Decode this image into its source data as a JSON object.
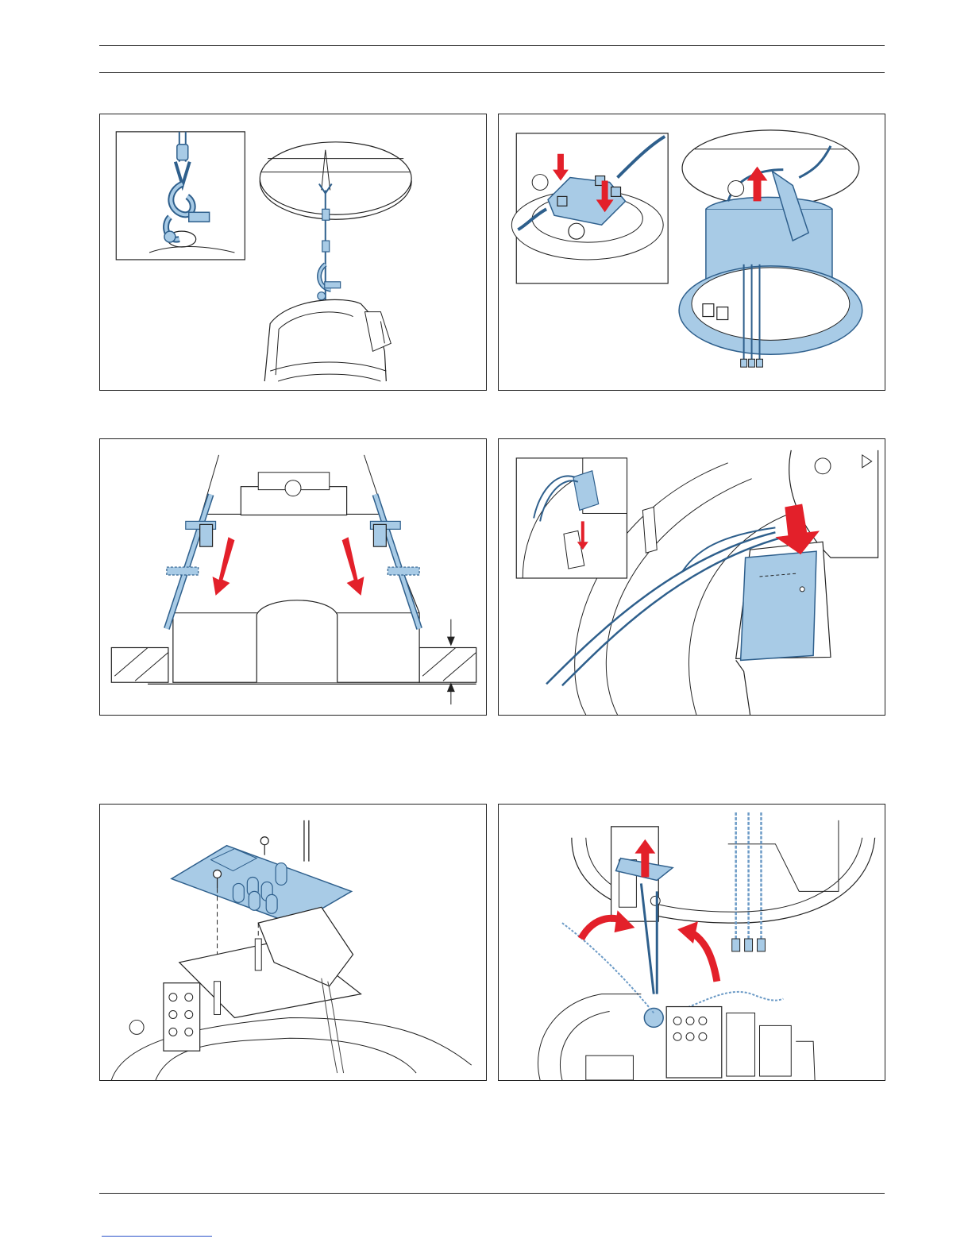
{
  "colors": {
    "line": "#222222",
    "part_fill": "#a8cbe6",
    "part_stroke": "#2e5f8c",
    "arrow": "#e3202a"
  },
  "figures": [
    {
      "id": "fig1",
      "icons": [
        "safety-cable-icon",
        "eye-bolt-icon",
        "loudspeaker-housing-icon"
      ]
    },
    {
      "id": "fig2",
      "icons": [
        "cable-clamp-icon",
        "back-can-icon",
        "down-arrow-icon",
        "up-arrow-icon"
      ]
    },
    {
      "id": "fig3",
      "icons": [
        "mounting-clamp-icon",
        "ceiling-tile-icon",
        "down-arrow-icon"
      ]
    },
    {
      "id": "fig4",
      "icons": [
        "terminal-cover-icon",
        "down-arrow-icon"
      ]
    },
    {
      "id": "fig5",
      "icons": [
        "transformer-board-icon",
        "screw-icon"
      ]
    },
    {
      "id": "fig6",
      "icons": [
        "connector-block-icon",
        "wire-icon",
        "up-arrow-icon"
      ]
    }
  ]
}
